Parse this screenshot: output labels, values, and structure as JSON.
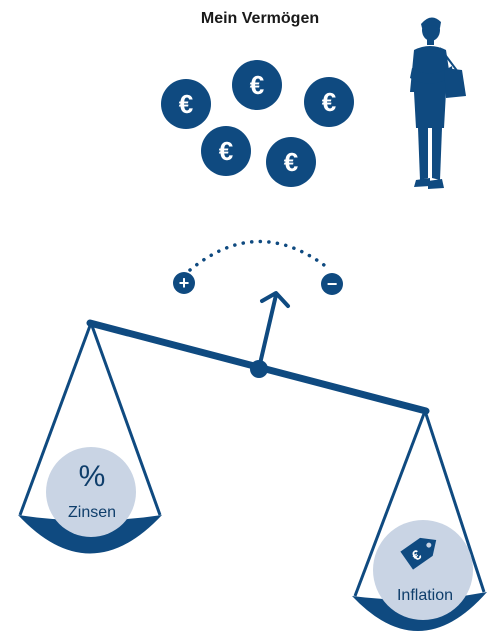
{
  "title": "Mein Vermögen",
  "symbols": {
    "euro": "€",
    "plus": "+",
    "minus": "−"
  },
  "left_pan": {
    "symbol": "%",
    "label": "Zinsen",
    "icon": "percent-icon"
  },
  "right_pan": {
    "label": "Inflation",
    "icon": "price-tag-euro-icon"
  },
  "colors": {
    "primary": "#0f4a80",
    "light": "#c9d4e4",
    "text": "#1a1a1a"
  }
}
